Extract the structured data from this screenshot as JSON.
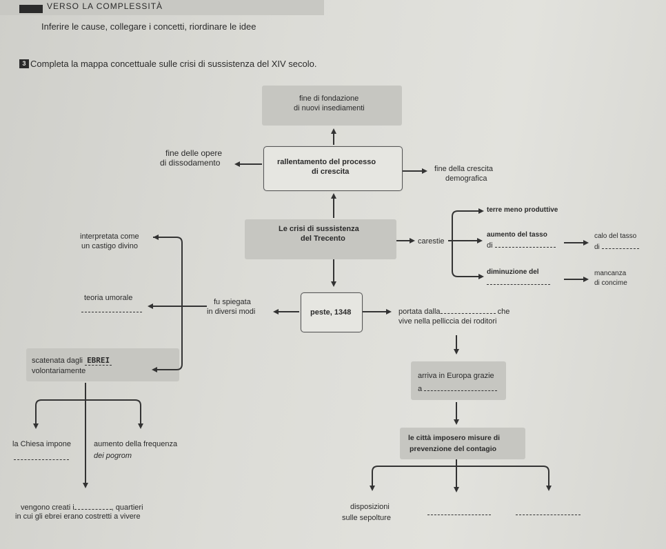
{
  "header": {
    "section": "VERSO LA COMPLESSITÀ",
    "subtitle": "Inferire le cause, collegare i concetti, riordinare le idee",
    "exercise_number": "3",
    "instruction": "Completa la mappa concettuale sulle crisi di sussistenza del XIV secolo."
  },
  "map": {
    "fine_fondazione_1": "fine di fondazione",
    "fine_fondazione_2": "di nuovi insediamenti",
    "fine_opere_1": "fine delle opere",
    "fine_opere_2": "di dissodamento",
    "rallentamento_1": "rallentamento del processo",
    "rallentamento_2": "di crescita",
    "fine_crescita_1": "fine della crescita",
    "fine_crescita_2": "demografica",
    "crisi_1": "Le crisi di sussistenza",
    "crisi_2": "del Trecento",
    "carestie": "carestie",
    "terre": "terre meno produttive",
    "aumento_tasso": "aumento del tasso",
    "di": "di",
    "calo_tasso": "calo del tasso",
    "diminuzione": "diminuzione del",
    "mancanza_1": "mancanza",
    "mancanza_2": "di concime",
    "interpretata_1": "interpretata come",
    "interpretata_2": "un castigo divino",
    "teoria": "teoria umorale",
    "spiegata_1": "fu spiegata",
    "spiegata_2": "in diversi modi",
    "peste": "peste, 1348",
    "portata_1": "portata dalla",
    "portata_che": "che",
    "portata_2": "vive nella pelliccia dei roditori",
    "scatenata_1": "scatenata dagli",
    "scatenata_answer": "EBREI",
    "scatenata_2": "volontariamente",
    "arriva_1": "arriva in Europa grazie",
    "arriva_a": "a",
    "chiesa": "la Chiesa impone",
    "aumento_freq_1": "aumento della frequenza",
    "aumento_freq_2": "dei pogrom",
    "citta_1": "le città imposero misure di",
    "citta_2": "prevenzione del contagio",
    "vengono_1": "vengono creati i",
    "vengono_quartieri": ", quartieri",
    "vengono_2": "in cui gli ebrei erano costretti a vivere",
    "disposizioni": "disposizioni",
    "sepolture": "sulle sepolture"
  },
  "colors": {
    "line": "#333333",
    "box_fill": "#e6e6e1",
    "shade": "#c6c6c1"
  }
}
